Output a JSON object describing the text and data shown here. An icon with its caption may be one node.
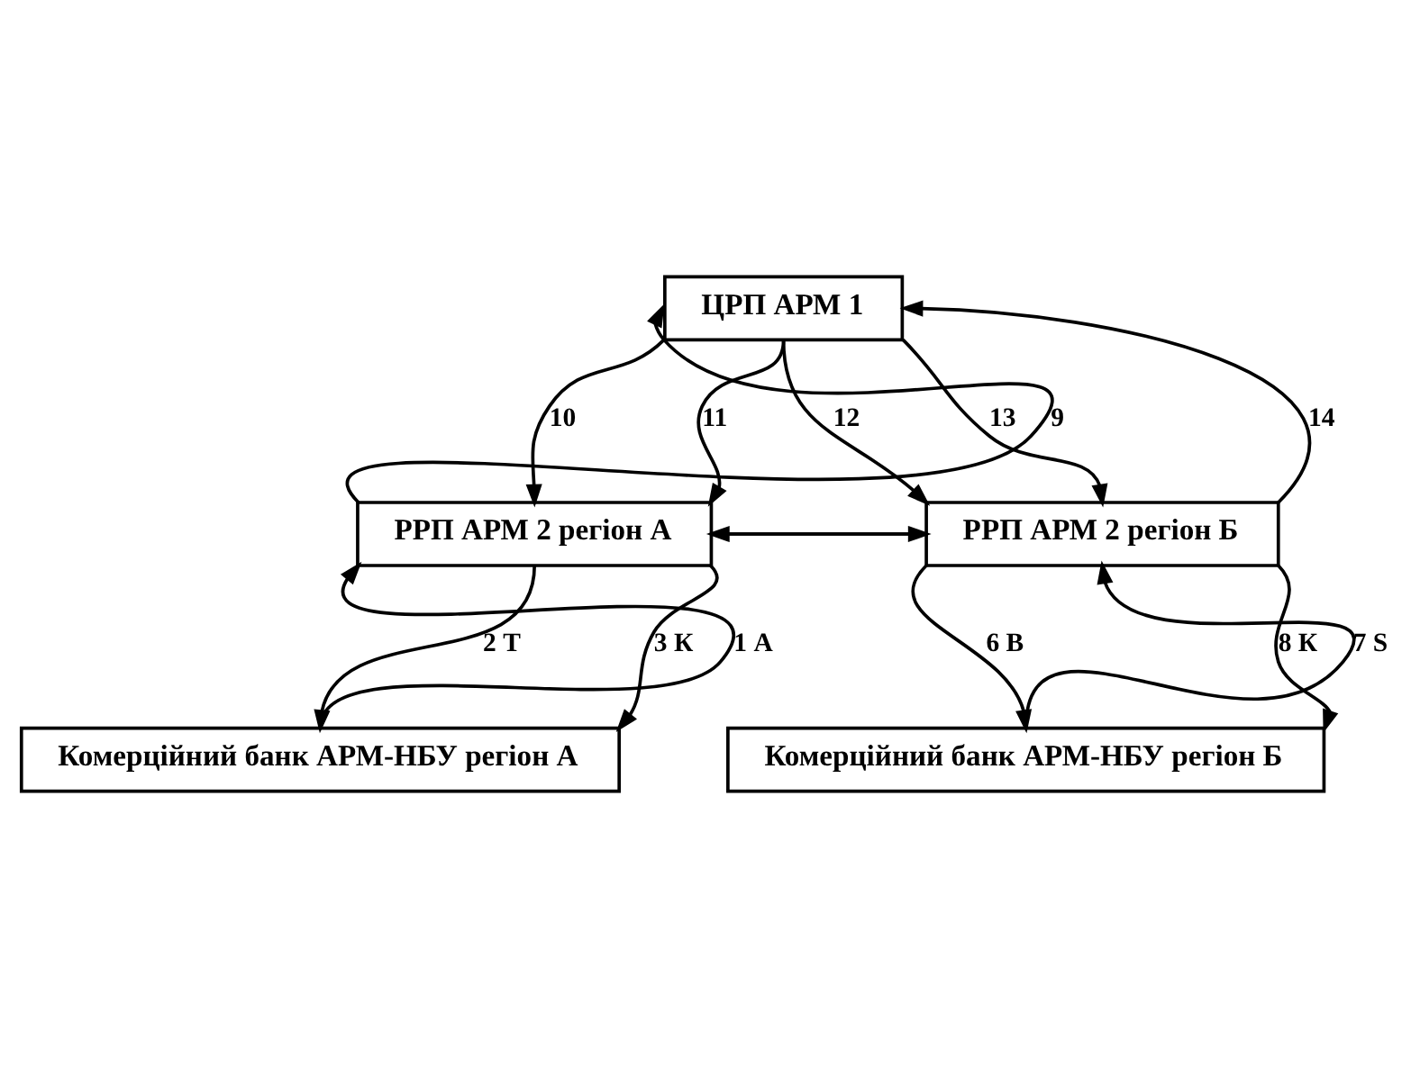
{
  "diagram": {
    "nodes": [
      {
        "text": [
          "ЦРП АРМ 1"
        ]
      },
      {
        "text": [
          "РРП АРМ 2 регіон А"
        ]
      },
      {
        "text": [
          "РРП АРМ 2 регіон Б"
        ]
      },
      {
        "text": [
          "Комерційний банк АРМ-НБУ регіон А"
        ]
      },
      {
        "text": [
          "Комерційний банк АРМ-НБУ регіон Б"
        ]
      }
    ],
    "edges": [
      {
        "from": 1,
        "to": 0,
        "arrow": "to",
        "label": "9"
      },
      {
        "from": 0,
        "to": 1,
        "arrow": "to",
        "label": "10"
      },
      {
        "from": 0,
        "to": 1,
        "arrow": "to",
        "label": "11"
      },
      {
        "from": 0,
        "to": 2,
        "arrow": "to",
        "label": "12"
      },
      {
        "from": 0,
        "to": 2,
        "arrow": "to",
        "label": "13"
      },
      {
        "from": 2,
        "to": 0,
        "arrow": "to",
        "label": "14"
      },
      {
        "from": 1,
        "to": 2,
        "arrow": "to"
      },
      {
        "from": 2,
        "to": 1,
        "arrow": "to"
      },
      {
        "from": 3,
        "to": 1,
        "arrow": "to",
        "label": "1 А"
      },
      {
        "from": 1,
        "to": 3,
        "arrow": "to",
        "label": "2 Т"
      },
      {
        "from": 1,
        "to": 3,
        "arrow": "to",
        "label": "3 К"
      },
      {
        "from": 2,
        "to": 4,
        "arrow": "to",
        "label": "6 В"
      },
      {
        "from": 4,
        "to": 2,
        "arrow": "to",
        "label": "7 S"
      },
      {
        "from": 2,
        "to": 4,
        "arrow": "to",
        "label": "8 К"
      }
    ]
  }
}
